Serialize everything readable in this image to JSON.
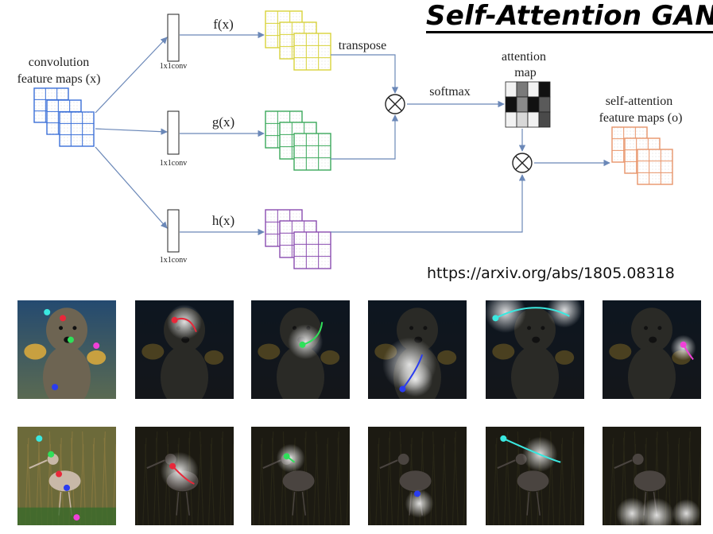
{
  "title": "Self-Attention GAN",
  "url": "https://arxiv.org/abs/1805.08318",
  "diagram": {
    "input_label_line1": "convolution",
    "input_label_line2": "feature maps (x)",
    "conv_label": "1x1conv",
    "f_label": "f(x)",
    "g_label": "g(x)",
    "h_label": "h(x)",
    "transpose_label": "transpose",
    "softmax_label": "softmax",
    "attention_label_line1": "attention",
    "attention_label_line2": "map",
    "output_label_line1": "self-attention",
    "output_label_line2": "feature maps (o)",
    "multiply_symbol": "⊗",
    "colors": {
      "input": "#3a6fd8",
      "f": "#d8d23a",
      "g": "#3aa85a",
      "h": "#8a4cb0",
      "output": "#e8946a",
      "arrow": "#6b88b8"
    },
    "attention_grid": [
      [
        "#f2f2f2",
        "#7a7a7a",
        "#f2f2f2",
        "#111111"
      ],
      [
        "#111111",
        "#8a8a8a",
        "#111111",
        "#5a5a5a"
      ],
      [
        "#f2f2f2",
        "#d8d8d8",
        "#f2f2f2",
        "#4a4a4a"
      ]
    ]
  },
  "examples": {
    "rows": [
      {
        "subject": "dog",
        "panels": [
          "original",
          "red-point-attention",
          "green-point-attention",
          "blue-point-attention",
          "cyan-point-attention",
          "magenta-point-attention"
        ]
      },
      {
        "subject": "bird",
        "panels": [
          "original",
          "red-point-attention",
          "green-point-attention",
          "blue-point-attention",
          "cyan-point-attention",
          "magenta-point-attention"
        ]
      }
    ],
    "point_colors": {
      "red": "#e8283a",
      "green": "#2fe05a",
      "blue": "#2a3cf0",
      "cyan": "#3ae8e0",
      "magenta": "#f040d8"
    }
  }
}
